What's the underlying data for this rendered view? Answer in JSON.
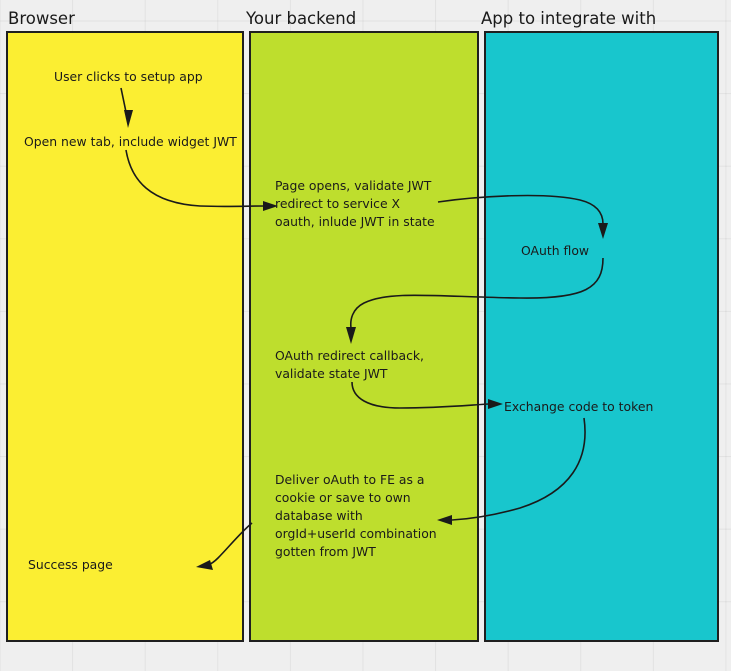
{
  "diagram": {
    "title_bar": {
      "lanes": [
        {
          "id": "browser",
          "label": "Browser",
          "color": "#fbee32"
        },
        {
          "id": "backend",
          "label": "Your backend",
          "color": "#bede2d"
        },
        {
          "id": "app",
          "label": "App to integrate with",
          "color": "#18c6cd"
        }
      ]
    },
    "notes": {
      "user_clicks": "User clicks to setup app",
      "open_new_tab": "Open new tab, include widget JWT",
      "page_opens": "Page opens, validate JWT\nredirect to service X\noauth, inlude JWT in state",
      "oauth_flow": "OAuth flow",
      "oauth_callback": "OAuth redirect callback,\nvalidate state JWT",
      "exchange_code": "Exchange code to token",
      "deliver_oauth": "Deliver oAuth to FE as a\ncookie or save to own\ndatabase with\norgId+userId combination\ngotten from JWT",
      "success_page": "Success page"
    },
    "flow_steps": [
      {
        "from": "user_clicks",
        "to": "open_new_tab",
        "lane": "browser"
      },
      {
        "from": "open_new_tab",
        "to": "page_opens",
        "lane": "browser-to-backend"
      },
      {
        "from": "page_opens",
        "to": "oauth_flow",
        "lane": "backend-to-app"
      },
      {
        "from": "oauth_flow",
        "to": "oauth_callback",
        "lane": "app-to-backend"
      },
      {
        "from": "oauth_callback",
        "to": "exchange_code",
        "lane": "backend-to-app"
      },
      {
        "from": "exchange_code",
        "to": "deliver_oauth",
        "lane": "app-to-backend"
      },
      {
        "from": "deliver_oauth",
        "to": "success_page",
        "lane": "backend-to-browser"
      }
    ],
    "colors": {
      "browser_lane": "#fbee32",
      "backend_lane": "#bede2d",
      "app_lane": "#18c6cd",
      "border": "#1f1f1f",
      "text": "#1a1a1a",
      "background": "#efefef"
    }
  }
}
